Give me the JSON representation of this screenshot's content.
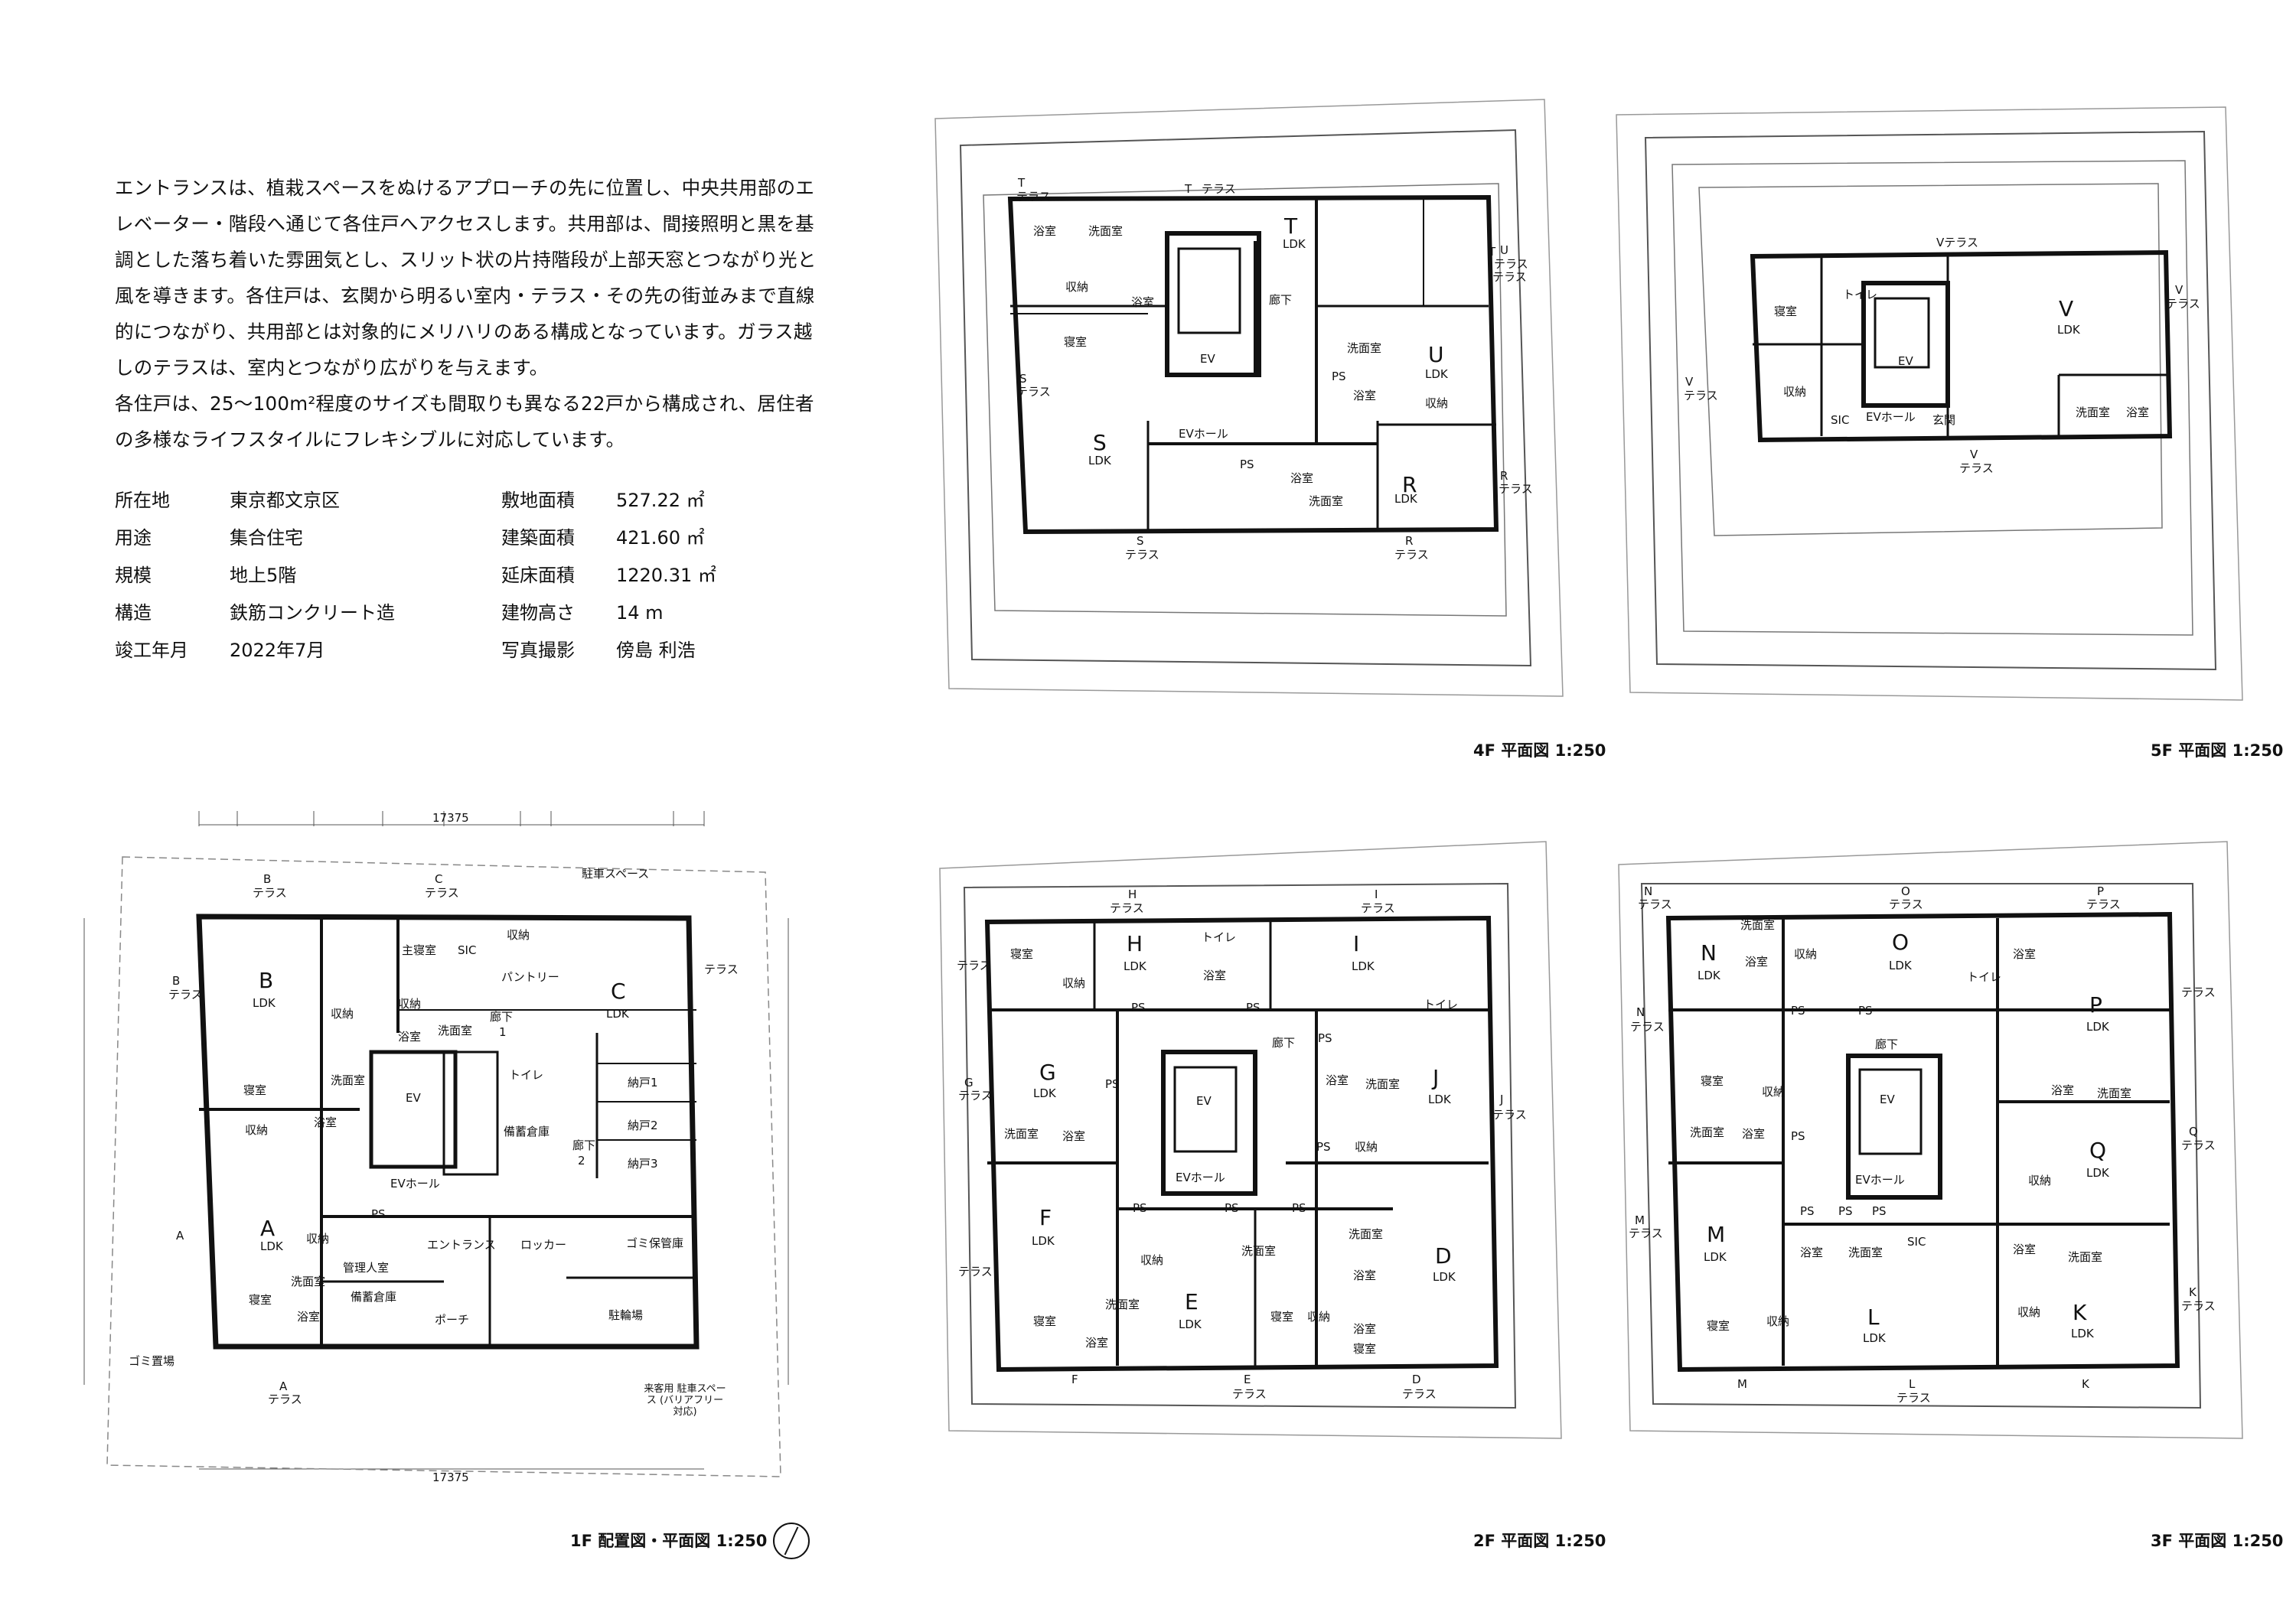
{
  "description": {
    "paragraph1": "エントランスは、植栽スペースをぬけるアプローチの先に位置し、中央共用部のエレベーター・階段へ通じて各住戸へアクセスします。共用部は、間接照明と黒を基調とした落ち着いた雰囲気とし、スリット状の片持階段が上部天窓とつながり光と風を導きます。各住戸は、玄関から明るい室内・テラス・その先の街並みまで直線的につながり、共用部とは対象的にメリハリのある構成となっています。ガラス越しのテラスは、室内とつながり広がりを与えます。",
    "paragraph2": "各住戸は、25〜100m²程度のサイズも間取りも異なる22戸から構成され、居住者の多様なライフスタイルにフレキシブルに対応しています。"
  },
  "specs_left": [
    {
      "label": "所在地",
      "value": "東京都文京区"
    },
    {
      "label": "用途",
      "value": "集合住宅"
    },
    {
      "label": "規模",
      "value": "地上5階"
    },
    {
      "label": "構造",
      "value": "鉄筋コンクリート造"
    },
    {
      "label": "竣工年月",
      "value": "2022年7月"
    }
  ],
  "specs_right": [
    {
      "label": "敷地面積",
      "value": "527.22 ㎡"
    },
    {
      "label": "建築面積",
      "value": "421.60 ㎡"
    },
    {
      "label": "延床面積",
      "value": "1220.31 ㎡"
    },
    {
      "label": "建物高さ",
      "value": "14 m"
    },
    {
      "label": "写真撮影",
      "value": "傍島 利浩"
    }
  ],
  "captions": {
    "f1": "1F 配置図・平面図 1:250",
    "f2": "2F 平面図 1:250",
    "f3": "3F 平面図 1:250",
    "f4": "4F 平面図 1:250",
    "f5": "5F 平面図 1:250"
  },
  "plans": {
    "f4": {
      "units": [
        "T",
        "S",
        "U",
        "R"
      ],
      "rooms": [
        "浴室",
        "洗面室",
        "LDK",
        "収納",
        "浴室",
        "寝室",
        "EV",
        "廊下",
        "洗面室",
        "LDK",
        "PS",
        "浴室",
        "収納",
        "LDK",
        "EVホール",
        "PS",
        "浴室",
        "洗面室",
        "LDK",
        "テラス",
        "テラス",
        "テラス",
        "テラス",
        "テラス",
        "テラス",
        "テラス",
        "テラス",
        "T",
        "T",
        "U",
        "R",
        "S",
        "R",
        "S",
        "T"
      ]
    },
    "f5": {
      "units": [
        "V"
      ],
      "rooms": [
        "寝室",
        "トイレ",
        "EV",
        "LDK",
        "収納",
        "SIC",
        "EVホール",
        "玄関",
        "洗面室",
        "浴室",
        "Vテラス",
        "テラス",
        "テラス",
        "テラス",
        "V",
        "V",
        "V"
      ]
    },
    "f1": {
      "units": [
        "B",
        "C",
        "A"
      ],
      "rooms": [
        "LDK",
        "主寝室",
        "SIC",
        "収納",
        "パントリー",
        "LDK",
        "収納",
        "浴室",
        "洗面室",
        "廊下",
        "1",
        "収納",
        "洗面室",
        "寝室",
        "EV",
        "トイレ",
        "納戸1",
        "収納",
        "浴室",
        "備蓄倉庫",
        "廊下",
        "2",
        "納戸2",
        "納戸3",
        "EVホール",
        "PS",
        "LDK",
        "収納",
        "エントランス",
        "ロッカー",
        "ゴミ保管庫",
        "管理人室",
        "洗面室",
        "寝室",
        "備蓄倉庫",
        "浴室",
        "ポーチ",
        "駐輪場",
        "駐車スペース",
        "テラス",
        "テラス",
        "テラス",
        "テラス",
        "テラス",
        "ゴミ置場",
        "来客用 駐車スペース (バリアフリー対応)",
        "B",
        "C",
        "B",
        "A",
        "A",
        "17375",
        "17375"
      ]
    },
    "f2": {
      "units": [
        "H",
        "I",
        "G",
        "J",
        "F",
        "E",
        "D"
      ],
      "rooms": [
        "寝室",
        "LDK",
        "トイレ",
        "浴室",
        "LDK",
        "収納",
        "PS",
        "PS",
        "トイレ",
        "廊下",
        "LDK",
        "PS",
        "PS",
        "EV",
        "浴室",
        "洗面室",
        "LDK",
        "洗面室",
        "浴室",
        "PS",
        "収納",
        "EVホール",
        "LDK",
        "PS",
        "PS",
        "PS",
        "洗面室",
        "収納",
        "洗面室",
        "浴室",
        "LDK",
        "寝室",
        "洗面室",
        "浴室",
        "寝室",
        "収納",
        "浴室",
        "寝室",
        "LDK",
        "テラス",
        "テラス",
        "テラス",
        "テラス",
        "テラス",
        "テラス",
        "テラス",
        "テラス",
        "H",
        "I",
        "G",
        "J",
        "F",
        "E",
        "D"
      ]
    },
    "f3": {
      "units": [
        "N",
        "O",
        "P",
        "Q",
        "M",
        "L",
        "K"
      ],
      "rooms": [
        "洗面室",
        "LDK",
        "浴室",
        "収納",
        "LDK",
        "トイレ",
        "浴室",
        "PS",
        "PS",
        "LDK",
        "廊下",
        "寝室",
        "収納",
        "EV",
        "浴室",
        "洗面室",
        "洗面室",
        "浴室",
        "PS",
        "LDK",
        "収納",
        "EVホール",
        "PS",
        "PS",
        "PS",
        "LDK",
        "浴室",
        "洗面室",
        "SIC",
        "浴室",
        "洗面室",
        "寝室",
        "収納",
        "LDK",
        "LDK",
        "収納",
        "テラス",
        "テラス",
        "テラス",
        "テラス",
        "テラス",
        "テラス",
        "テラス",
        "テラス",
        "テラス",
        "N",
        "O",
        "P",
        "N",
        "Q",
        "M",
        "M",
        "L",
        "K",
        "K"
      ]
    }
  }
}
